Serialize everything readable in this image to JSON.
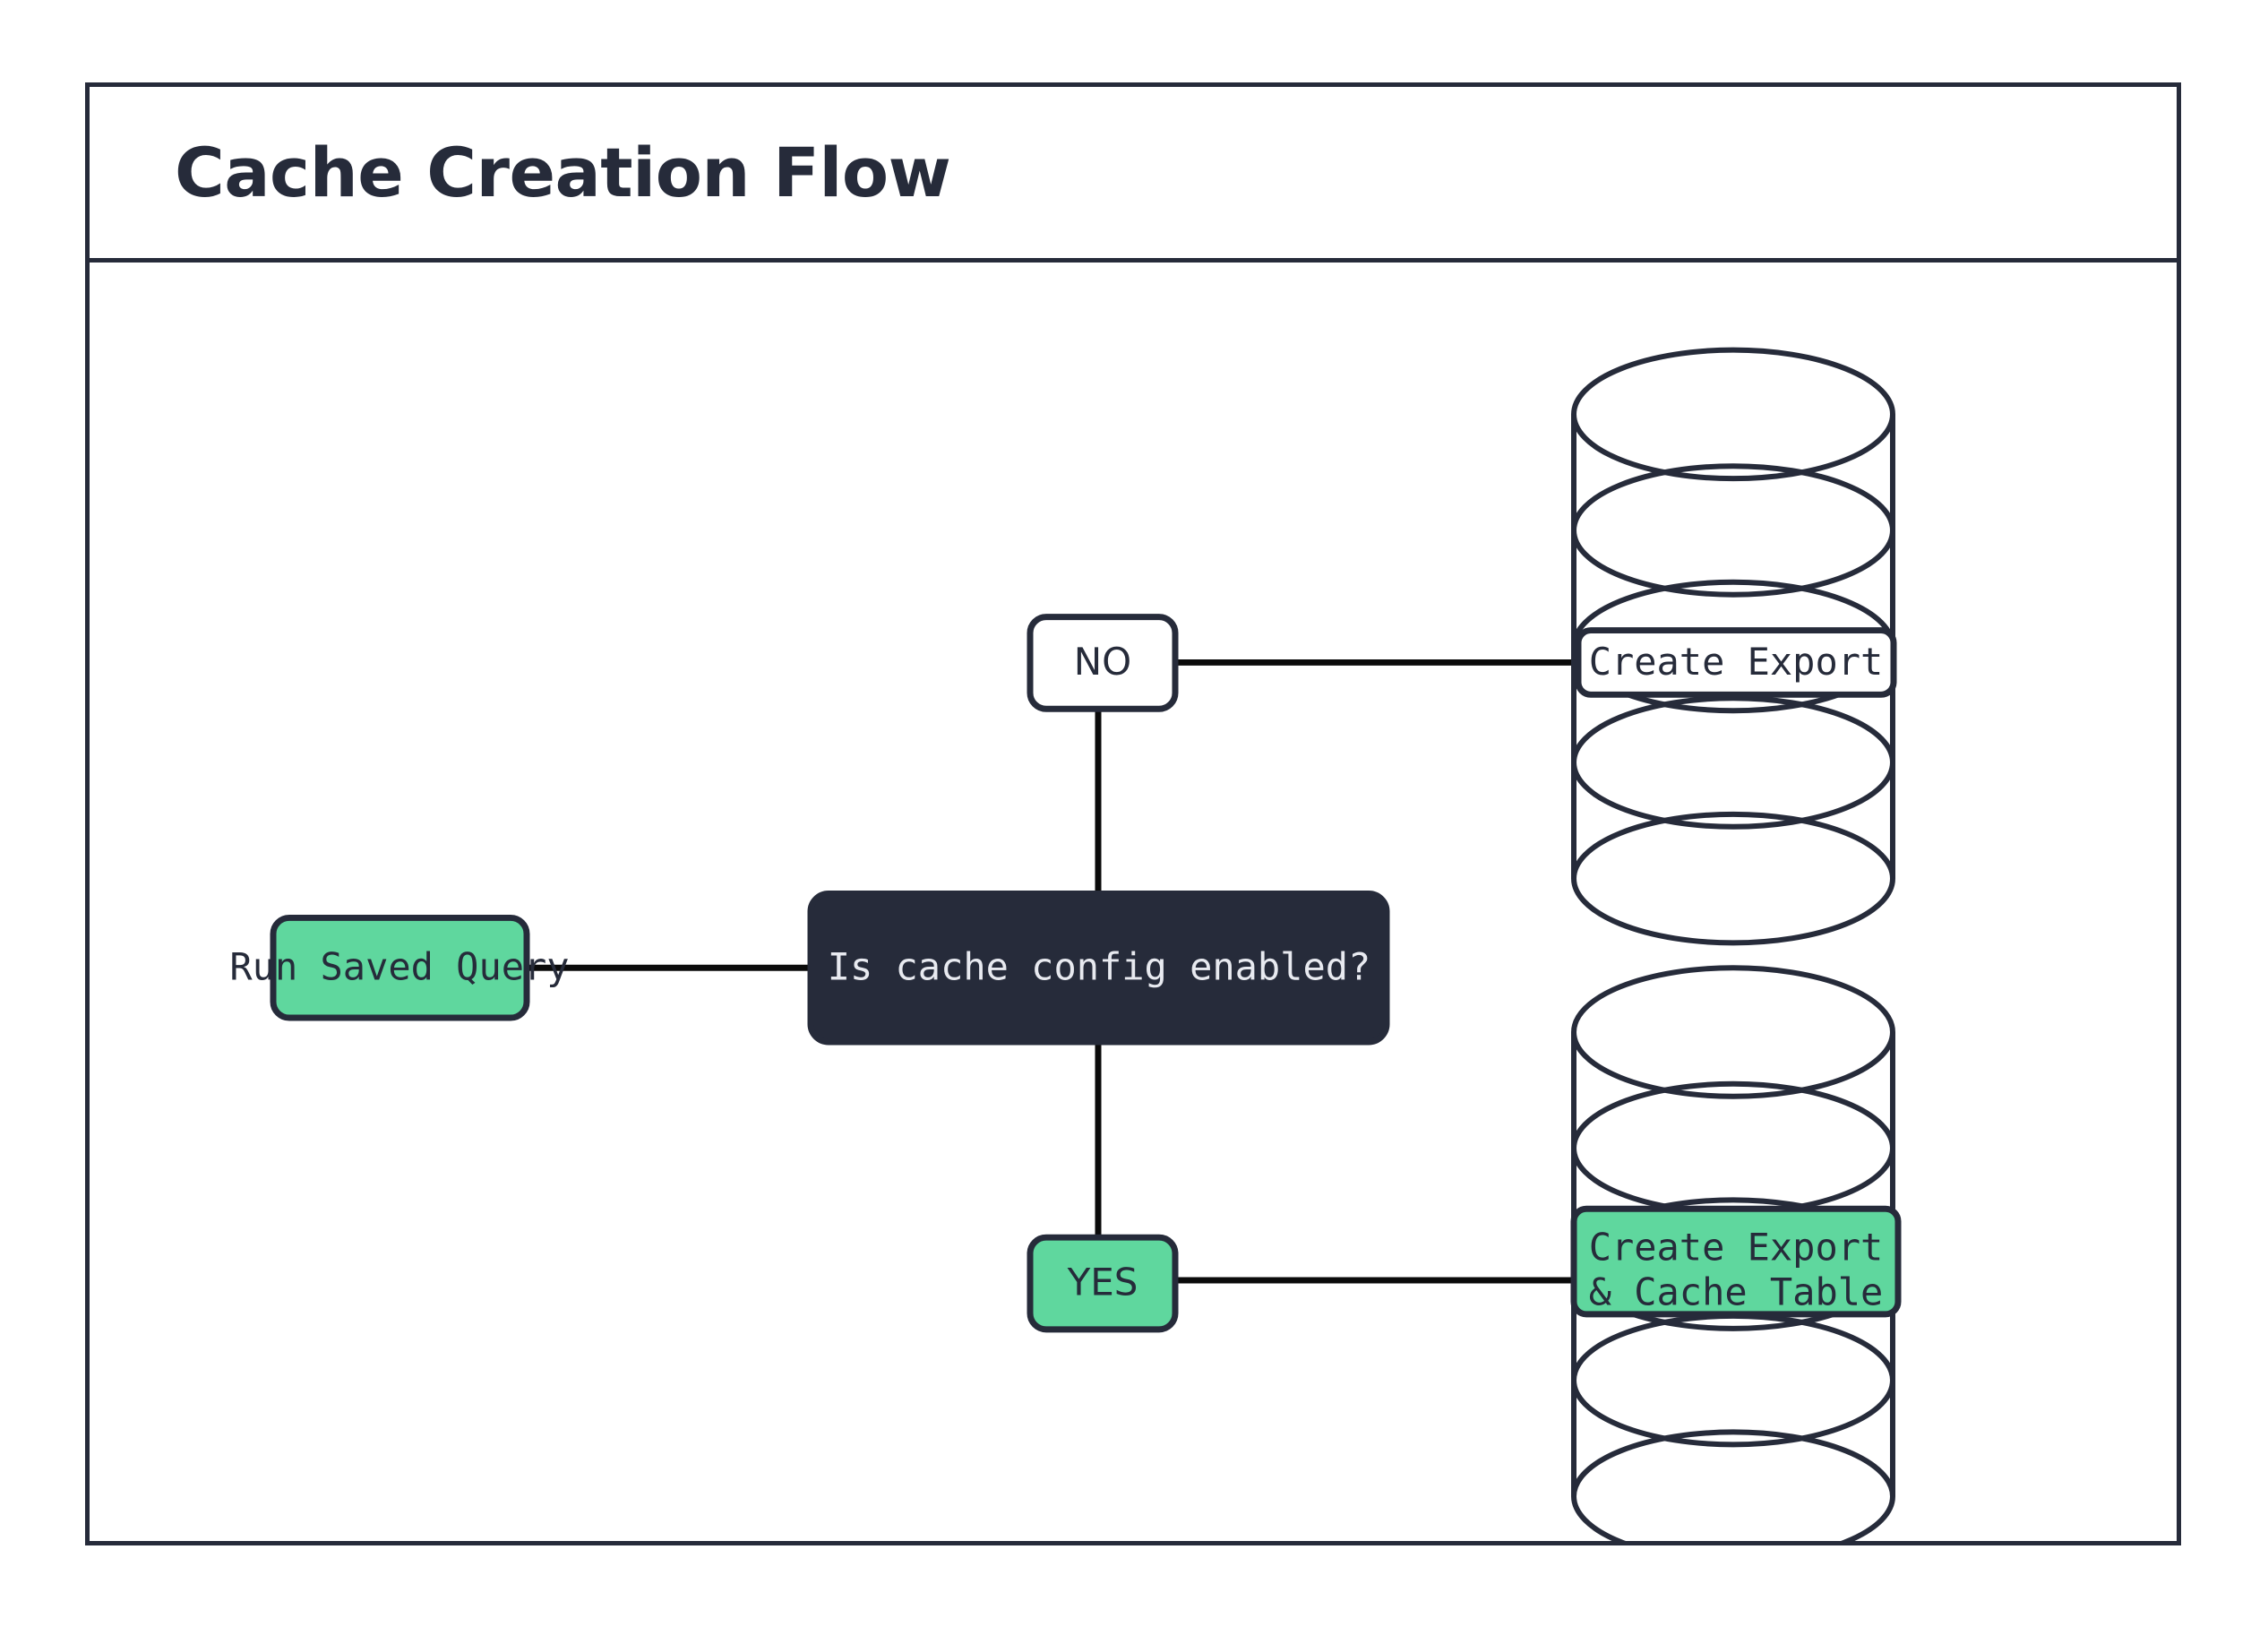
{
  "diagram": {
    "title": "Cache Creation Flow",
    "type": "flowchart",
    "colors": {
      "accent_green": "#5FD79E",
      "dark_navy": "#262B3A",
      "canvas": "#ffffff",
      "edge": "#0b0b0b"
    },
    "nodes": [
      {
        "id": "run-saved-query",
        "label": "Run Saved Query",
        "shape": "rounded-rect",
        "fill": "green",
        "font": "mono"
      },
      {
        "id": "cache-config-decision",
        "label": "Is cache config enabled?",
        "shape": "rounded-rect",
        "fill": "dark",
        "font": "mono"
      },
      {
        "id": "branch-no",
        "label": "NO",
        "shape": "rounded-rect",
        "fill": "white",
        "font": "sans"
      },
      {
        "id": "branch-yes",
        "label": "YES",
        "shape": "rounded-rect",
        "fill": "green",
        "font": "sans"
      },
      {
        "id": "create-export",
        "label": "Create Export",
        "shape": "database-cylinder",
        "fill": "white",
        "font": "mono"
      },
      {
        "id": "create-export-cache-table",
        "label_line1": "Create Export",
        "label_line2": "& Cache Table",
        "shape": "database-cylinder",
        "fill": "green",
        "font": "mono"
      }
    ],
    "edges": [
      {
        "from": "run-saved-query",
        "to": "cache-config-decision",
        "label": ""
      },
      {
        "from": "cache-config-decision",
        "to": "branch-no",
        "label": ""
      },
      {
        "from": "cache-config-decision",
        "to": "branch-yes",
        "label": ""
      },
      {
        "from": "branch-no",
        "to": "create-export",
        "label": ""
      },
      {
        "from": "branch-yes",
        "to": "create-export-cache-table",
        "label": ""
      }
    ]
  }
}
